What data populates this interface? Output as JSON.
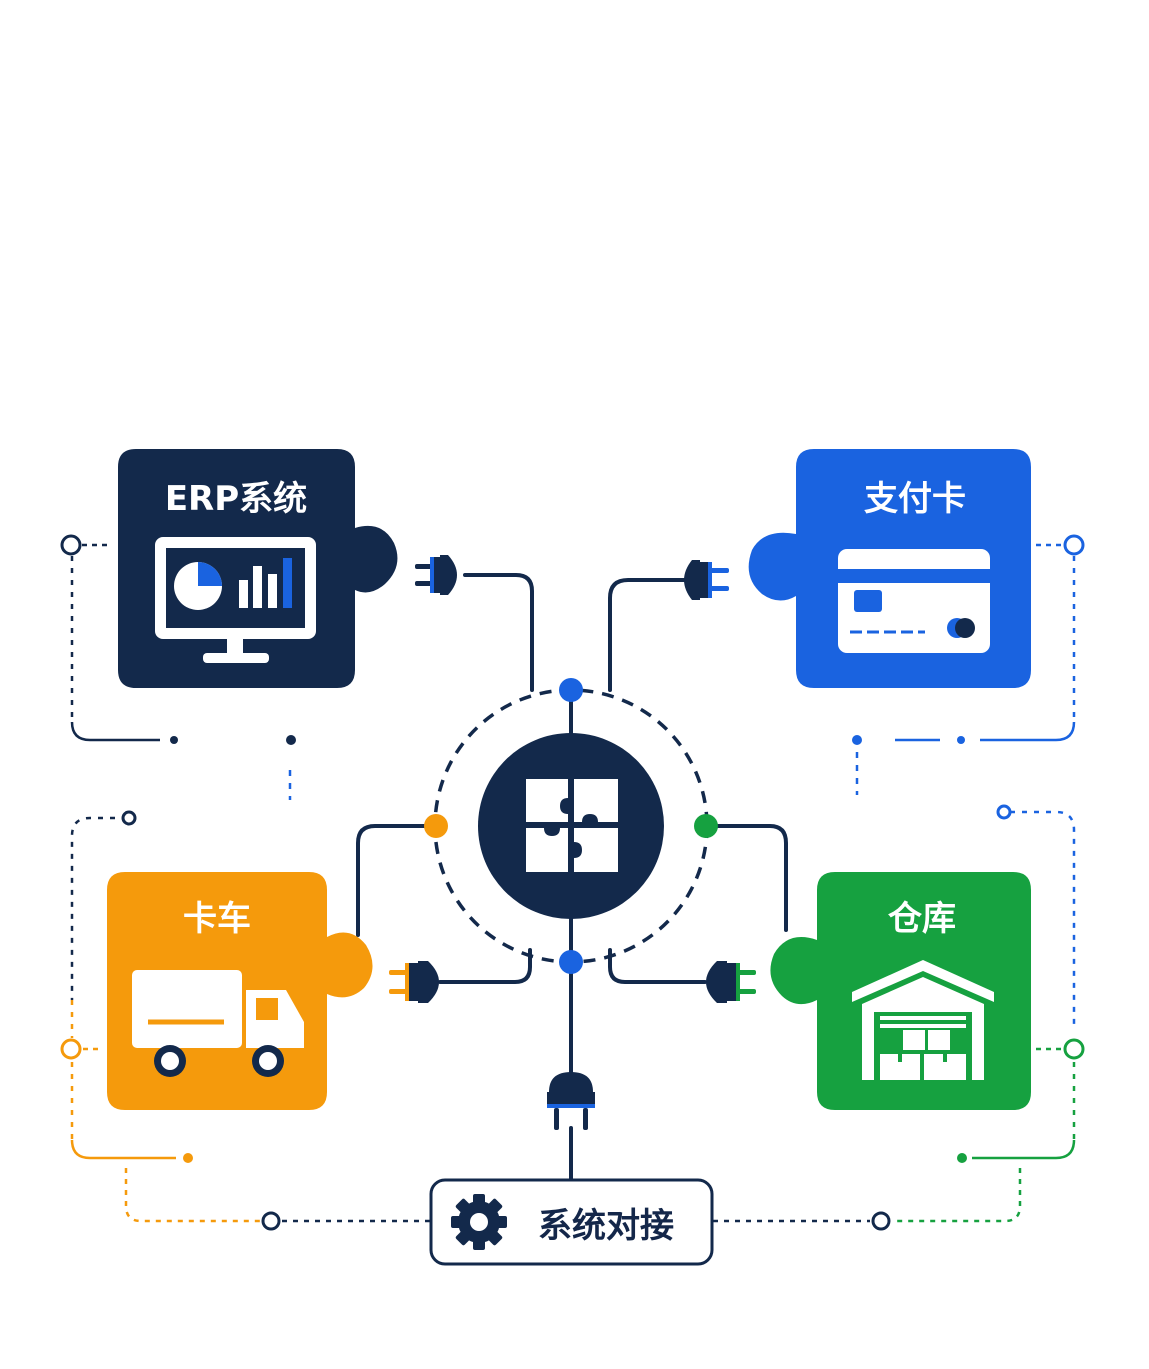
{
  "modules": {
    "erp": {
      "label": "ERP系统",
      "color": "#13294b",
      "icon": "monitor-chart-icon"
    },
    "payment": {
      "label": "支付卡",
      "color": "#1a63e0",
      "icon": "credit-card-icon"
    },
    "truck": {
      "label": "卡车",
      "color": "#f59a0c",
      "icon": "truck-icon"
    },
    "warehouse": {
      "label": "仓库",
      "color": "#16a140",
      "icon": "warehouse-icon"
    }
  },
  "hub": {
    "color": "#13294b",
    "icon": "puzzle-icon"
  },
  "footer": {
    "label": "系统对接",
    "icon": "gear-icon"
  },
  "colors": {
    "navy": "#13294b",
    "blue": "#1a63e0",
    "orange": "#f59a0c",
    "green": "#16a140"
  }
}
